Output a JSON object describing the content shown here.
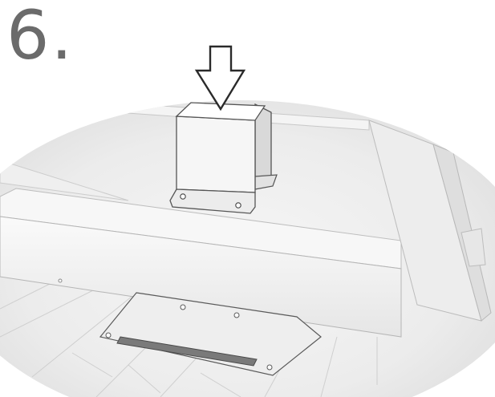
{
  "step": {
    "number": "6."
  },
  "illustration": {
    "subject": "bracket-mount-assembly",
    "action": "press-down-arrow"
  },
  "colors": {
    "text": "#6b6b6b",
    "line": "#3a3a3a",
    "fill_light": "#f2f2f2",
    "fill_mid": "#e4e4e4",
    "fill_dark": "#cfcfcf"
  }
}
